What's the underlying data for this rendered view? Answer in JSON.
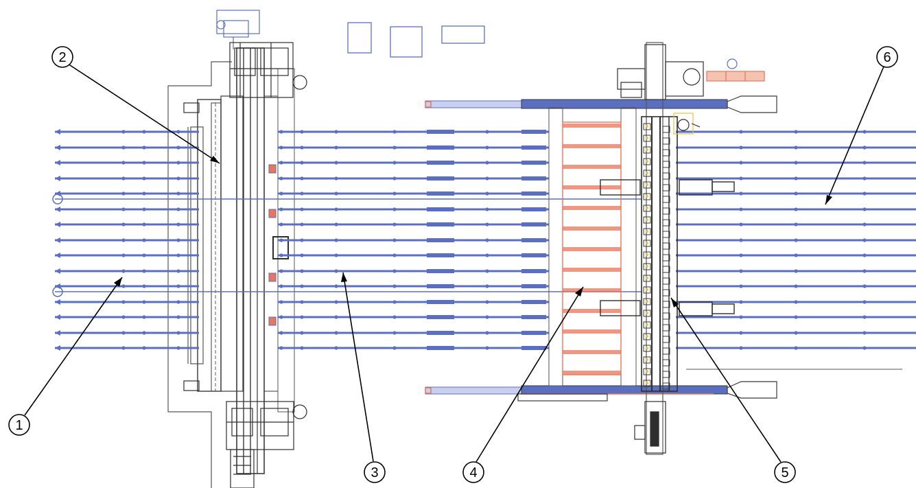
{
  "diagram": {
    "callouts": [
      {
        "id": "1",
        "label": "1"
      },
      {
        "id": "2",
        "label": "2"
      },
      {
        "id": "3",
        "label": "3"
      },
      {
        "id": "4",
        "label": "4"
      },
      {
        "id": "5",
        "label": "5"
      },
      {
        "id": "6",
        "label": "6"
      }
    ]
  },
  "colors": {
    "conveyor_blue": "#5b6fc0",
    "roller_red": "#e8765a",
    "machine_dark": "#3a3a3a",
    "outline_gray": "#555555",
    "highlight_yellow": "#e7c341",
    "callout_black": "#000000"
  }
}
